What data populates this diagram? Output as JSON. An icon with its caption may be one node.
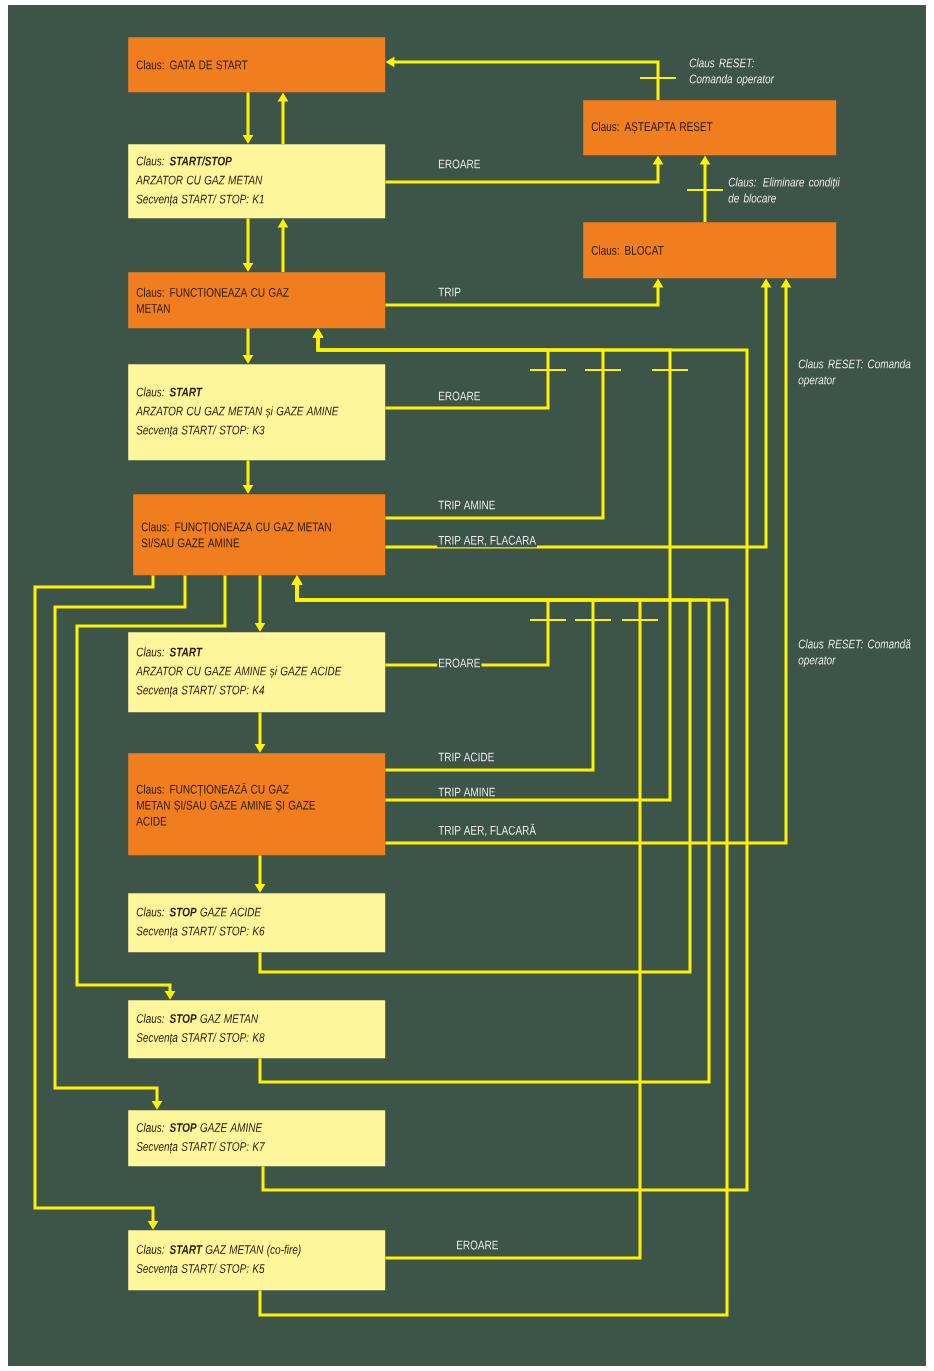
{
  "diagram": {
    "nodes": [
      {
        "text": [
          "Claus: GATA DE START"
        ]
      },
      {
        "text": [
          "Claus: AȘTEAPTA RESET"
        ]
      },
      {
        "text": [
          "Claus: **START/STOP**",
          "ARZATOR CU GAZ METAN",
          "Secvența START/ STOP: K1"
        ]
      },
      {
        "text": [
          "Claus: BLOCAT"
        ]
      },
      {
        "text": [
          "Claus: FUNCTIONEAZA CU GAZ METAN"
        ]
      },
      {
        "text": [
          "Claus: **START**",
          "ARZATOR CU GAZ METAN și GAZE AMINE",
          "Secvența START/ STOP: K3"
        ]
      },
      {
        "text": [
          "Claus: FUNCȚIONEAZA CU GAZ METAN SI/SAU GAZE AMINE"
        ]
      },
      {
        "text": [
          "Claus: **START**",
          "ARZATOR CU GAZE AMINE și GAZE ACIDE",
          "Secvența START/ STOP: K4"
        ]
      },
      {
        "text": [
          "Claus: FUNCȚIONEAZĂ CU GAZ METAN ȘI/SAU GAZE AMINE ȘI GAZE ACIDE"
        ]
      },
      {
        "text": [
          "Claus: **STOP** GAZE ACIDE",
          "Secvența START/ STOP: K6"
        ]
      },
      {
        "text": [
          "Claus: **STOP** GAZ METAN",
          "Secvența START/ STOP: K8"
        ]
      },
      {
        "text": [
          "Claus: **STOP** GAZE AMINE",
          "Secvența START/ STOP: K7"
        ]
      },
      {
        "text": [
          "Claus: **START** GAZ METAN (co-fire)",
          "Secvența START/ STOP: K5"
        ]
      }
    ],
    "edges": [
      {
        "from": 0,
        "to": 2,
        "arrow": "to"
      },
      {
        "from": 2,
        "to": 0,
        "arrow": "to"
      },
      {
        "from": 2,
        "to": 4,
        "arrow": "to"
      },
      {
        "from": 4,
        "to": 2,
        "arrow": "to"
      },
      {
        "from": 2,
        "to": 1,
        "arrow": "to",
        "label": "EROARE"
      },
      {
        "from": 1,
        "to": 0,
        "arrow": "to",
        "label": "Claus RESET: Comanda operator"
      },
      {
        "from": 3,
        "to": 1,
        "arrow": "to",
        "label": "Claus: Eliminare condiții de blocare"
      },
      {
        "from": 4,
        "to": 3,
        "arrow": "to",
        "label": "TRIP"
      },
      {
        "from": 4,
        "to": 5,
        "arrow": "to"
      },
      {
        "from": 5,
        "to": 4,
        "arrow": "to",
        "label": "EROARE"
      },
      {
        "from": 5,
        "to": 6,
        "arrow": "to"
      },
      {
        "from": 6,
        "to": 4,
        "arrow": "to",
        "label": "TRIP AMINE"
      },
      {
        "from": 6,
        "to": 3,
        "arrow": "to",
        "label": "TRIP AER, FLACARA"
      },
      {
        "from": 6,
        "to": 7,
        "arrow": "to"
      },
      {
        "from": 6,
        "to": 10,
        "arrow": "to"
      },
      {
        "from": 6,
        "to": 11,
        "arrow": "to"
      },
      {
        "from": 6,
        "to": 12,
        "arrow": "to"
      },
      {
        "from": 7,
        "to": 6,
        "arrow": "to",
        "label": "EROARE"
      },
      {
        "from": 7,
        "to": 8,
        "arrow": "to"
      },
      {
        "from": 8,
        "to": 6,
        "arrow": "to",
        "label": "TRIP ACIDE"
      },
      {
        "from": 8,
        "to": 4,
        "arrow": "to",
        "label": "TRIP AMINE"
      },
      {
        "from": 8,
        "to": 3,
        "arrow": "to",
        "label": "TRIP AER, FLACARĂ"
      },
      {
        "from": 8,
        "to": 9,
        "arrow": "to"
      },
      {
        "from": 9,
        "to": 6,
        "arrow": "to"
      },
      {
        "from": 10,
        "to": 6,
        "arrow": "to"
      },
      {
        "from": 11,
        "to": 4,
        "arrow": "to"
      },
      {
        "from": 12,
        "to": 6,
        "arrow": "to",
        "label": "EROARE"
      },
      {
        "from": 12,
        "to": 6,
        "arrow": "to"
      }
    ],
    "labels": [
      "Claus RESET: Comanda operator",
      "Claus RESET: Comandă operator"
    ]
  }
}
